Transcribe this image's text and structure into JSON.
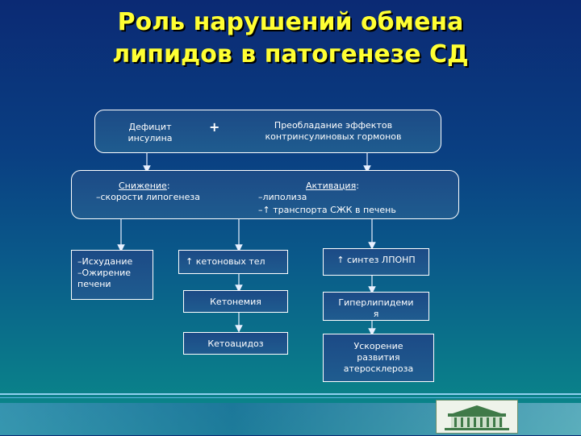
{
  "title": {
    "line1": "Роль нарушений обмена",
    "line2": "липидов в патогенезе СД"
  },
  "top_box": {
    "left_text": [
      "Дефицит",
      "инсулина"
    ],
    "plus": "+",
    "right_text": [
      "Преобладание эффектов",
      "контринсулиновых гормонов"
    ]
  },
  "mid_box": {
    "left_heading": "Снижение",
    "left_colon": ":",
    "left_line": "–скорости липогенеза",
    "right_heading": "Активация",
    "right_colon": ":",
    "right_lines": [
      "–липолиза",
      "–↑ транспорта СЖК в печень"
    ]
  },
  "boxes": {
    "emaciation": [
      "–Исхудание",
      "–Ожирение",
      "печени"
    ],
    "ketone_bodies": "↑ кетоновых тел",
    "vldl_synthesis": "↑ синтез ЛПОНП",
    "ketonemia": "Кетонемия",
    "hyperlipidemia": [
      "Гиперлипидеми",
      "я"
    ],
    "ketoacidosis": "Кетоацидоз",
    "atherosclerosis": [
      "Ускорение",
      "развития",
      "атеросклероза"
    ]
  }
}
